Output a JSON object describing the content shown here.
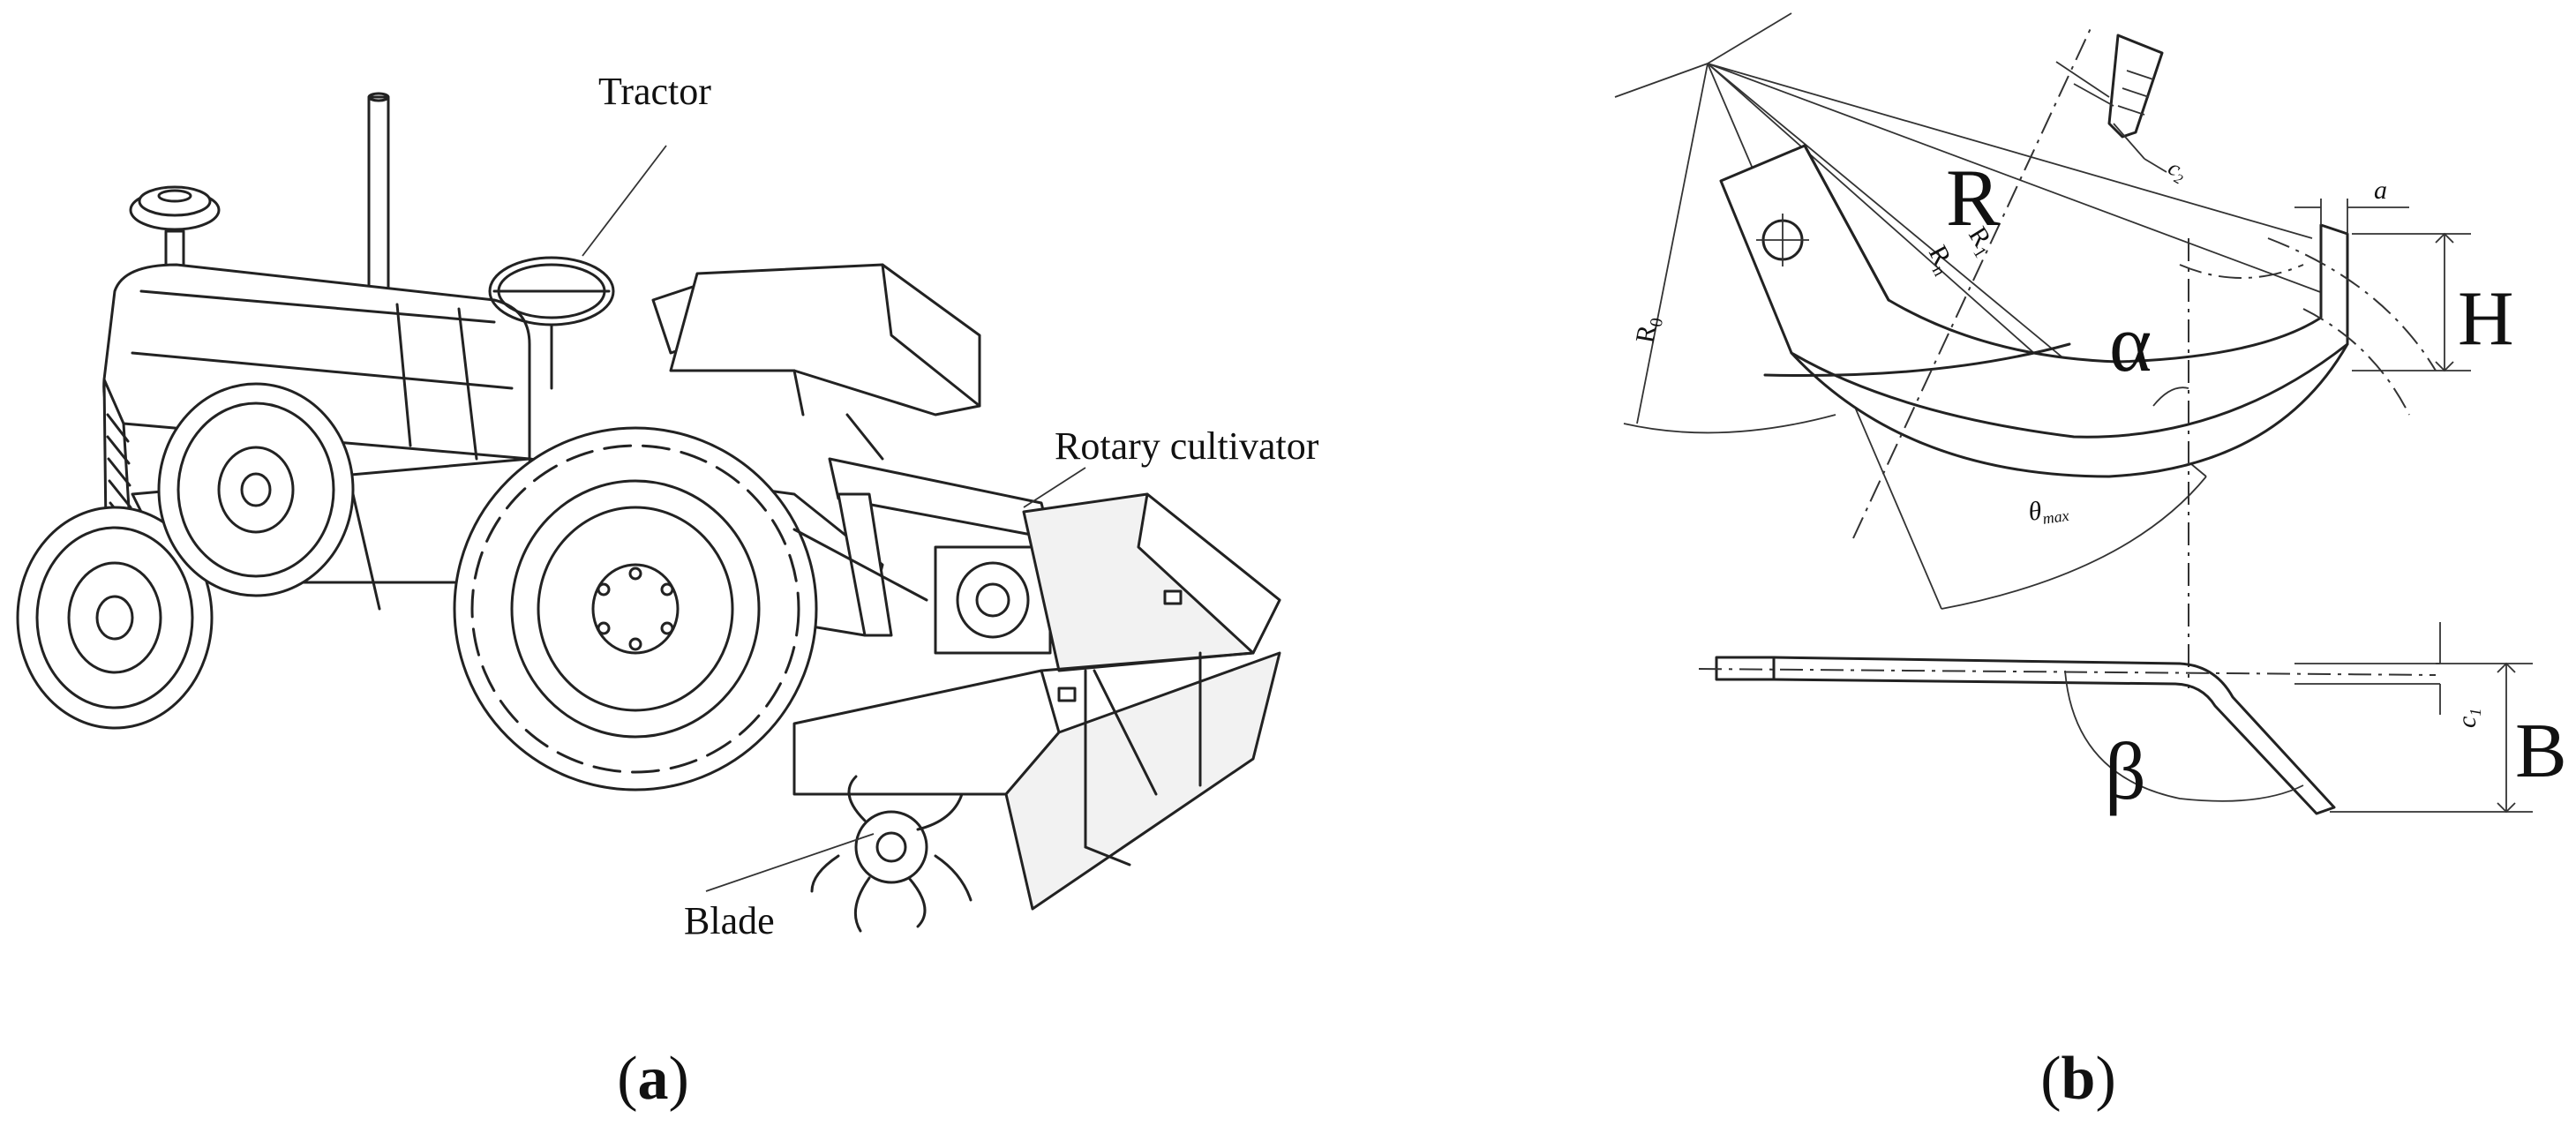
{
  "panel_a": {
    "labels": {
      "tractor": "Tractor",
      "rotary_cultivator": "Rotary cultivator",
      "blade": "Blade"
    },
    "caption": {
      "open": "(",
      "letter": "a",
      "close": ")"
    }
  },
  "panel_b": {
    "labels": {
      "R": "R",
      "R0": "R",
      "R0_sub": "0",
      "Rn": "R",
      "Rn_sub": "n",
      "R1": "R",
      "R1_sub": "1",
      "alpha": "α",
      "beta": "β",
      "H": "H",
      "B": "B",
      "a": "a",
      "theta": "θ",
      "theta_sub": "max",
      "c1": "c",
      "c1_sub": "1",
      "c2": "c",
      "c2_sub": "2"
    },
    "caption": {
      "open": "(",
      "letter": "b",
      "close": ")"
    }
  }
}
